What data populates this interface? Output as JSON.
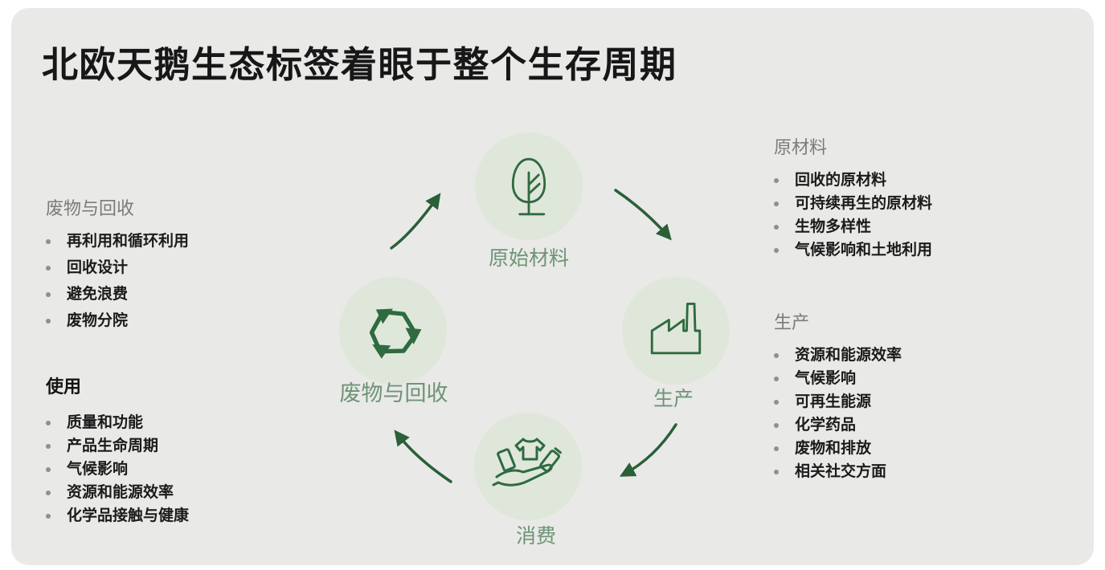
{
  "title": "北欧天鹅生态标签着眼于整个生存周期",
  "left_sections": [
    {
      "heading": "废物与回收",
      "items": [
        "再利用和循环利用",
        "回收设计",
        "避免浪费",
        "废物分院"
      ]
    },
    {
      "heading": "使用",
      "items": [
        "质量和功能",
        "产品生命周期",
        "气候影响",
        "资源和能源效率",
        "化学品接触与健康"
      ]
    }
  ],
  "right_sections": [
    {
      "heading": "原材料",
      "items": [
        "回收的原材料",
        "可持续再生的原材料",
        "生物多样性",
        "气候影响和土地利用"
      ]
    },
    {
      "heading": "生产",
      "items": [
        "资源和能源效率",
        "气候影响",
        "可再生能源",
        "化学药品",
        "废物和排放",
        "相关社交方面"
      ]
    }
  ],
  "cycle": {
    "flow": "clockwise",
    "nodes": [
      {
        "label": "原始材料",
        "icon": "tree-icon"
      },
      {
        "label": "生产",
        "icon": "factory-icon"
      },
      {
        "label": "消费",
        "icon": "hand-items-icon"
      },
      {
        "label": "废物与回收",
        "icon": "recycle-icon"
      }
    ]
  },
  "colors": {
    "panel_bg": "#e9e9e7",
    "circle_fill": "#dfe7da",
    "icon_green": "#2f6a41",
    "label_green": "#6e9476",
    "heading_gray": "#7b7b79",
    "text_dark": "#1b1b1b"
  }
}
